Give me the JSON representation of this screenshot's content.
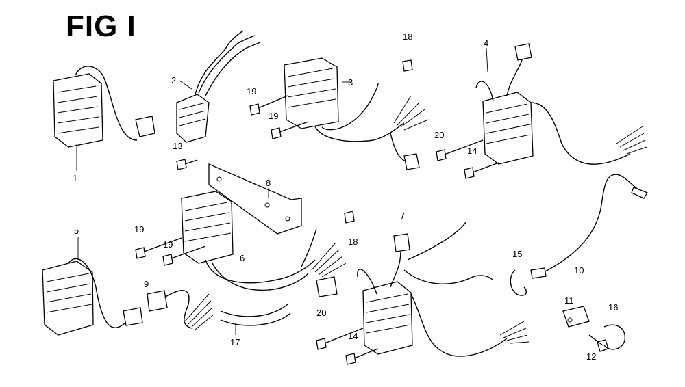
{
  "figure": {
    "title": "FIG I",
    "callouts": [
      {
        "id": "c1",
        "label": "1"
      },
      {
        "id": "c2",
        "label": "2"
      },
      {
        "id": "c3",
        "label": "3"
      },
      {
        "id": "c4",
        "label": "4"
      },
      {
        "id": "c5",
        "label": "5"
      },
      {
        "id": "c6",
        "label": "6"
      },
      {
        "id": "c7",
        "label": "7"
      },
      {
        "id": "c8",
        "label": "8"
      },
      {
        "id": "c9",
        "label": "9"
      },
      {
        "id": "c10",
        "label": "10"
      },
      {
        "id": "c11",
        "label": "11"
      },
      {
        "id": "c12",
        "label": "12"
      },
      {
        "id": "c13",
        "label": "13"
      },
      {
        "id": "c14a",
        "label": "14"
      },
      {
        "id": "c14b",
        "label": "14"
      },
      {
        "id": "c15",
        "label": "15"
      },
      {
        "id": "c16",
        "label": "16"
      },
      {
        "id": "c17",
        "label": "17"
      },
      {
        "id": "c18a",
        "label": "18"
      },
      {
        "id": "c18b",
        "label": "18"
      },
      {
        "id": "c19a",
        "label": "19"
      },
      {
        "id": "c19b",
        "label": "19"
      },
      {
        "id": "c19c",
        "label": "19"
      },
      {
        "id": "c19d",
        "label": "19"
      },
      {
        "id": "c20a",
        "label": "20"
      },
      {
        "id": "c20b",
        "label": "20"
      }
    ]
  }
}
